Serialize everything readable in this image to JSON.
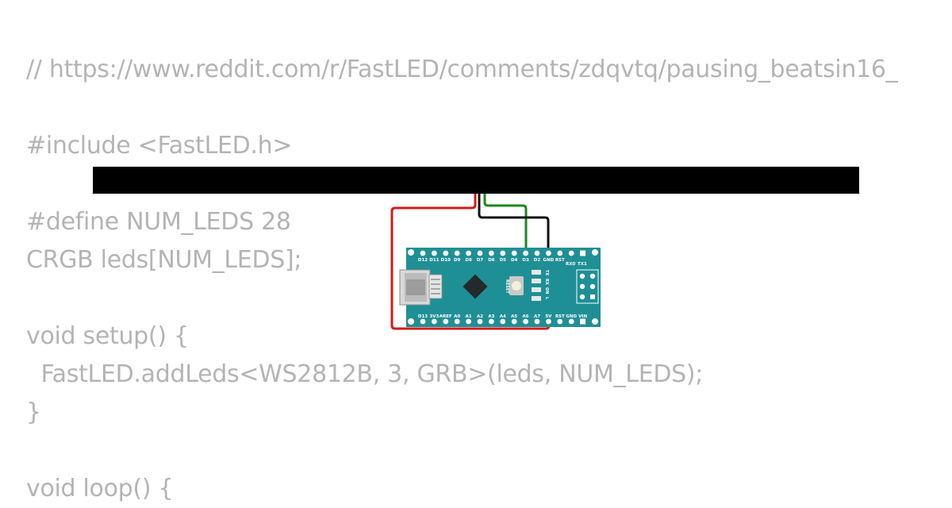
{
  "code": {
    "lines": [
      "// https://www.reddit.com/r/FastLED/comments/zdqvtq/pausing_beatsin16_",
      "",
      "#include <FastLED.h>",
      "",
      "#define NUM_LEDS 28",
      "CRGB leds[NUM_LEDS];",
      "",
      "void setup() {",
      "  FastLED.addLeds<WS2812B, 3, GRB>(leds, NUM_LEDS);",
      "}",
      "",
      "void loop() {"
    ]
  },
  "board": {
    "top_pins": [
      "D12",
      "D11",
      "D10",
      "D9",
      "D8",
      "D7",
      "D6",
      "D5",
      "D4",
      "D3",
      "D2",
      "GND",
      "RST"
    ],
    "top_right_labels": [
      "RX0",
      "TX1"
    ],
    "bottom_pins": [
      "D13",
      "3V3",
      "AREF",
      "A0",
      "A1",
      "A2",
      "A3",
      "A4",
      "A5",
      "A6",
      "A7",
      "5V",
      "RST",
      "GND",
      "VIN"
    ],
    "reset_label": "RESET",
    "led_labels": [
      "TX",
      "RX",
      "ON",
      "L"
    ],
    "colors": {
      "board": "#1f8f96",
      "wire_red": "#d11b1b",
      "wire_green": "#1a8a1a",
      "wire_black": "#111111",
      "strip": "#000000"
    }
  }
}
